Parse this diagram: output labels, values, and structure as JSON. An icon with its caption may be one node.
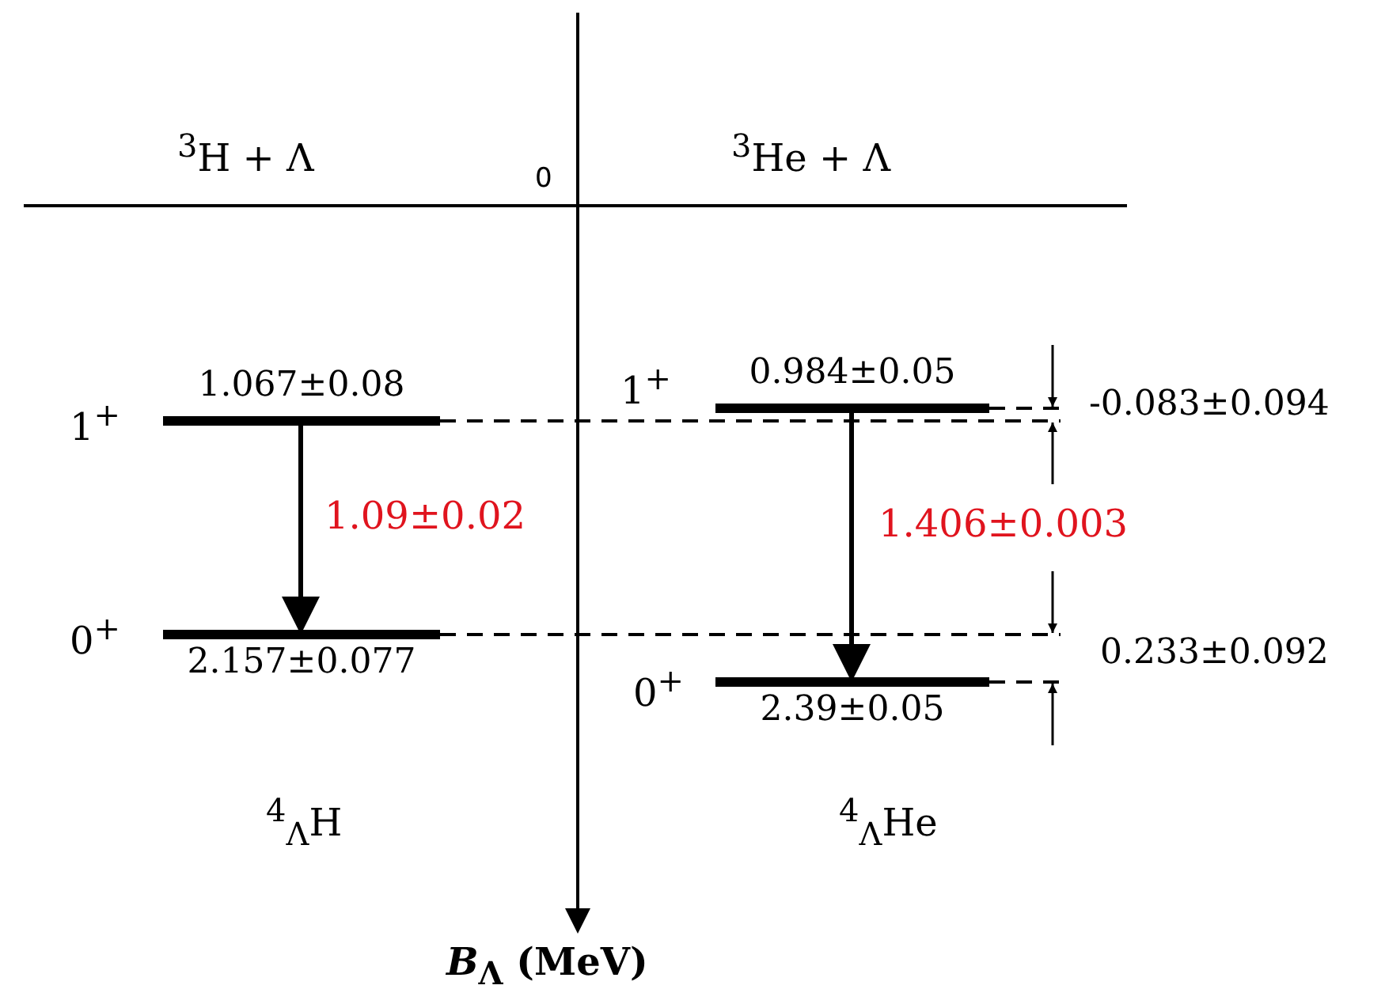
{
  "diagram": {
    "nodes": [
      {
        "text": [
          "1.067±0.08"
        ],
        "beside": [
          "1$^{+}$"
        ]
      },
      {
        "text": [
          "2.157±0.077"
        ],
        "beside": [
          "0$^{+}$"
        ]
      },
      {
        "text": [
          "0.984±0.05"
        ],
        "beside": [
          "1$^{+}$"
        ]
      },
      {
        "text": [
          "2.39±0.05"
        ],
        "beside": [
          "0$^{+}$"
        ]
      }
    ],
    "edges": [
      {
        "from": 0,
        "to": 1,
        "arrow": "to",
        "label": "1.09±0.02"
      },
      {
        "from": 2,
        "to": 3,
        "arrow": "to",
        "label": "1.406±0.003"
      }
    ],
    "labels": [
      "$^{3}$H  +  Λ",
      "0",
      "$^{3}$He  +  Λ",
      "-0.083±0.094",
      "0.233±0.092",
      "$^{4}$$_{Λ}$H",
      "$^{4}$$_{Λ}$He",
      "*B*$_{Λ}$ (MeV)"
    ]
  }
}
